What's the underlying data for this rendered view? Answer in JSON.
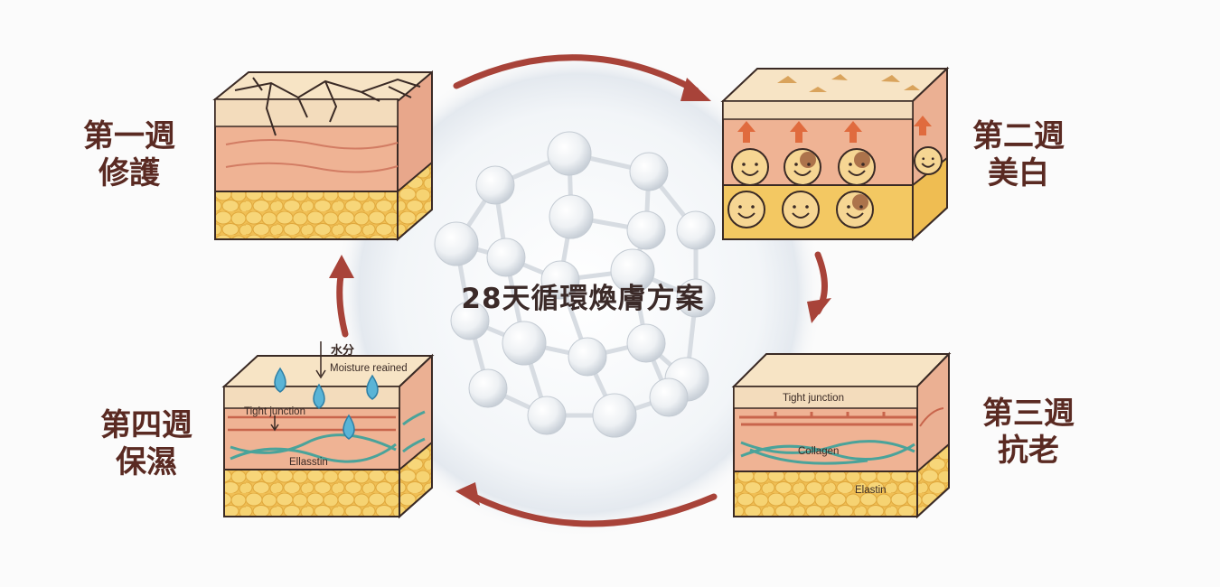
{
  "title": "28天循環煥膚方案",
  "stages": [
    {
      "week": "第一週",
      "focus": "修護"
    },
    {
      "week": "第二週",
      "focus": "美白"
    },
    {
      "week": "第三週",
      "focus": "抗老"
    },
    {
      "week": "第四週",
      "focus": "保濕"
    }
  ],
  "annotations": {
    "week3_tight": "Tight junction",
    "week3_collagen": "Collagen",
    "week3_elastin": "Elastin",
    "week4_water": "水分",
    "week4_moisture": "Moisture reained",
    "week4_tight": "Tight junction",
    "week4_elastin": "Ellasstin"
  },
  "colors": {
    "arrow": "#a84339",
    "label": "#5a2a22",
    "skin_top": "#f3dcbc",
    "dermis": "#eeaf93",
    "fat": "#f3c862",
    "fiber": "#4aa39a",
    "droplet": "#5ab4d6"
  },
  "icons": [
    "molecule-sphere-icon",
    "cycle-arrow-icon",
    "smiley-cell-icon",
    "water-droplet-icon"
  ]
}
